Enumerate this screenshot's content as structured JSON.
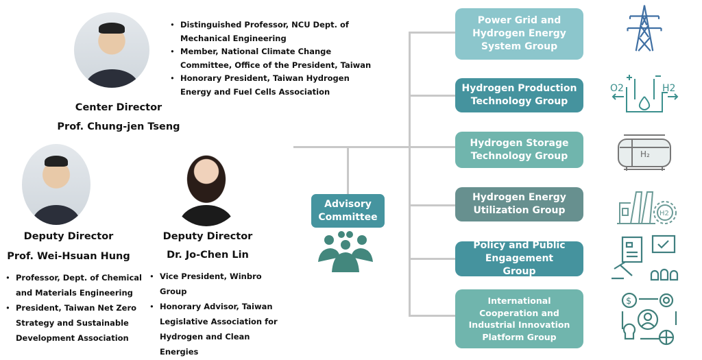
{
  "center": {
    "role": "Center Director",
    "name": "Prof. Chung-jen Tseng",
    "bullets": [
      "Distinguished Professor, NCU Dept. of Mechanical Engineering",
      "Member, National Climate Change Committee, Office of the President, Taiwan",
      "Honorary President, Taiwan Hydrogen Energy and Fuel Cells Association"
    ]
  },
  "deputy1": {
    "role": "Deputy Director",
    "name": "Prof. Wei-Hsuan Hung",
    "bullets": [
      "Professor, Dept. of Chemical and Materials Engineering",
      "President, Taiwan Net Zero Strategy and Sustainable Development Association"
    ]
  },
  "deputy2": {
    "role": "Deputy Director",
    "name": "Dr. Jo-Chen Lin",
    "bullets": [
      "Vice President, Winbro  Group",
      "Honorary Advisor, Taiwan Legislative Association for Hydrogen and Clean Energies"
    ]
  },
  "advisory": {
    "label": "Advisory Committee",
    "color": "#45949f"
  },
  "groups": [
    {
      "label": "Power Grid and Hydrogen Energy System Group",
      "color": "#8cc6cc",
      "icon": "power-tower-icon"
    },
    {
      "label": "Hydrogen Production Technology Group",
      "color": "#45939e",
      "icon": "electrolysis-icon"
    },
    {
      "label": "Hydrogen Storage Technology Group",
      "color": "#70b5ad",
      "icon": "hydrogen-tank-icon"
    },
    {
      "label": "Hydrogen Energy Utilization Group",
      "color": "#67908f",
      "icon": "factory-h2-icon"
    },
    {
      "label": "Policy and Public Engagement Group",
      "color": "#45939e",
      "icon": "policy-gavel-icon"
    },
    {
      "label": "International Cooperation and Industrial Innovation Platform Group",
      "color": "#70b5ad",
      "icon": "innovation-cycle-icon"
    }
  ]
}
